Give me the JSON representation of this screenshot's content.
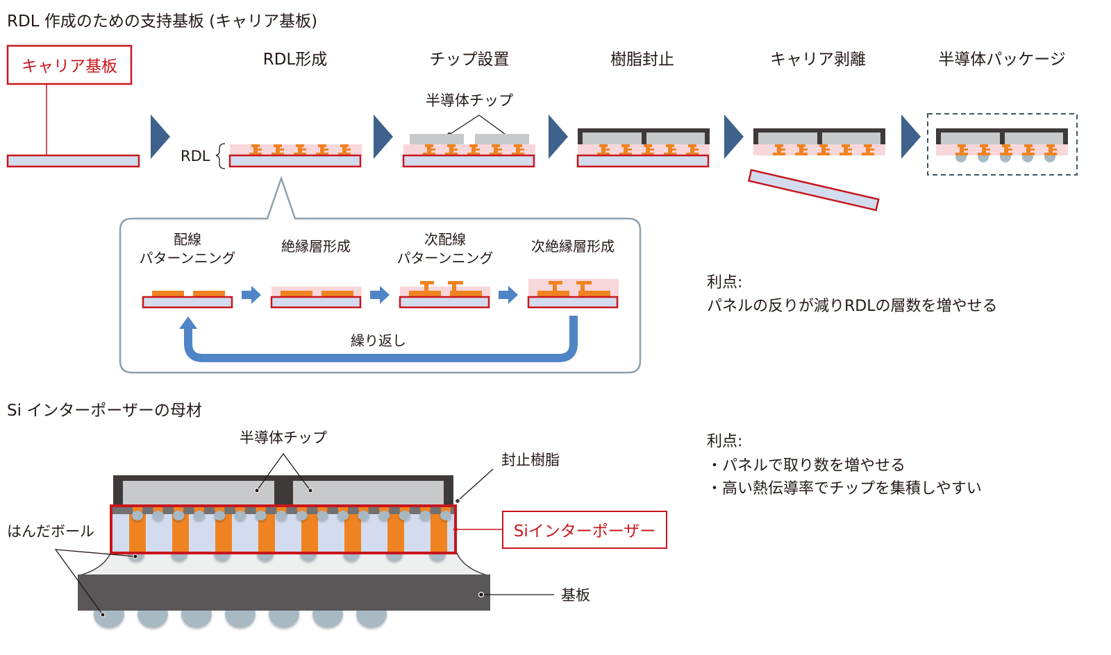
{
  "colors": {
    "red": "#c8161d",
    "carrier_fill": "#d3dcee",
    "rdl_fill": "#f8d7db",
    "copper": "#ef8322",
    "chip": "#c8c9ca",
    "mold": "#3e3a39",
    "arrow_navy": "#3e628c",
    "arrow_blue": "#4f85c6",
    "bubble_border": "#8da0ac",
    "solder": "#a8b9c4",
    "substrate": "#595757",
    "underfill": "#eeefef",
    "dash_border": "#3e5566"
  },
  "section1": {
    "title": "RDL 作成のための支持基板 (キャリア基板)",
    "carrier_label": "キャリア基板",
    "rdl_bracket_label": "RDL",
    "chip_callout": "半導体チップ",
    "steps": [
      {
        "label": "RDL形成"
      },
      {
        "label": "チップ設置"
      },
      {
        "label": "樹脂封止"
      },
      {
        "label": "キャリア剥離"
      },
      {
        "label": "半導体パッケージ"
      }
    ],
    "detail": {
      "substeps": [
        {
          "line1": "配線",
          "line2": "パターンニング"
        },
        {
          "line1": "絶縁層形成",
          "line2": ""
        },
        {
          "line1": "次配線",
          "line2": "パターンニング"
        },
        {
          "line1": "次絶縁層形成",
          "line2": ""
        }
      ],
      "repeat_label": "繰り返し"
    },
    "advantage": {
      "heading": "利点:",
      "lines": [
        "パネルの反りが減りRDLの層数を増やせる"
      ]
    }
  },
  "section2": {
    "title": "Si インターポーザーの母材",
    "labels": {
      "chip": "半導体チップ",
      "mold": "封止樹脂",
      "solder": "はんだボール",
      "interposer": "Siインターポーザー",
      "substrate": "基板"
    },
    "advantage": {
      "heading": "利点:",
      "lines": [
        "・パネルで取り数を増やせる",
        "・高い熱伝導率でチップを集積しやすい"
      ]
    }
  }
}
